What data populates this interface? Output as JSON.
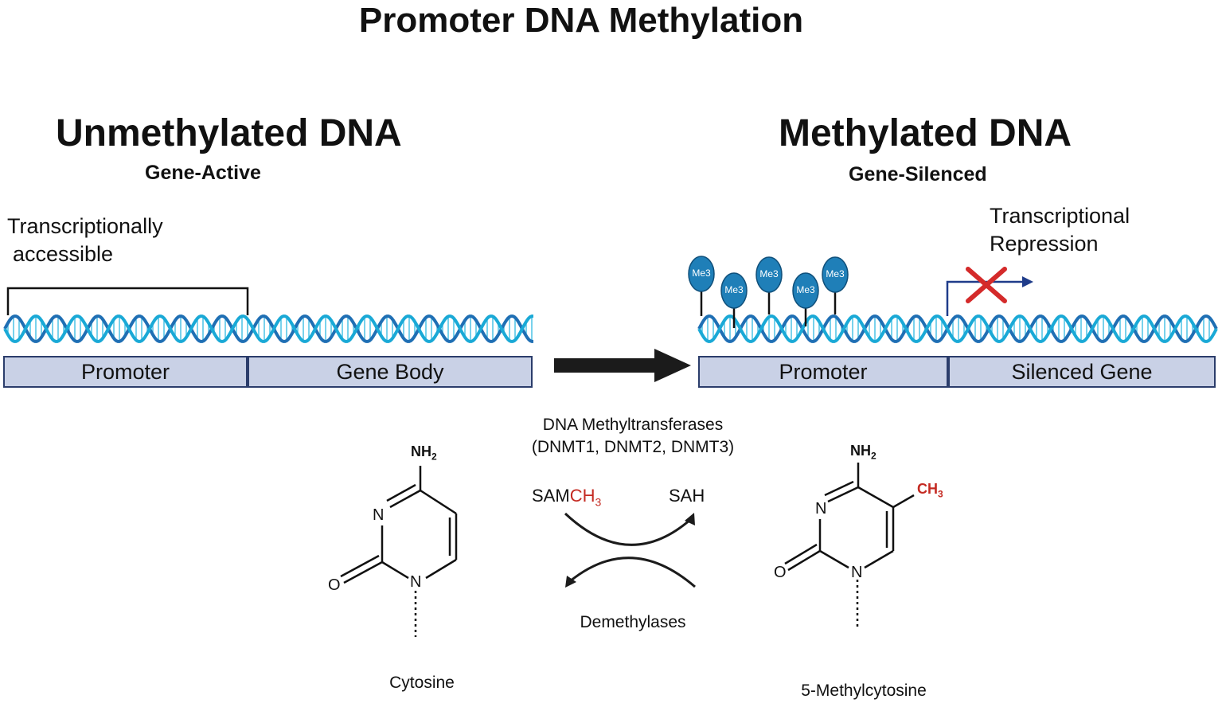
{
  "title": "Promoter DNA Methylation",
  "left": {
    "heading": "Unmethylated DNA",
    "subheading": "Gene-Active",
    "note_line1": "Transcriptionally",
    "note_line2": "accessible",
    "region1": "Promoter",
    "region2": "Gene Body"
  },
  "right": {
    "heading": "Methylated DNA",
    "subheading": "Gene-Silenced",
    "note_line1": "Transcriptional",
    "note_line2": "Repression",
    "region1": "Promoter",
    "region2": "Silenced Gene",
    "methyl_marks": [
      "Me3",
      "Me3",
      "Me3",
      "Me3",
      "Me3"
    ]
  },
  "reaction": {
    "enzyme_line1": "DNA Methyltransferases",
    "enzyme_line2": "(DNMT1, DNMT2, DNMT3)",
    "donor": "SAM",
    "methyl_group": "CH",
    "methyl_subscript": "3",
    "product": "SAH",
    "reverse": "Demethylases"
  },
  "molecules": {
    "left_name": "Cytosine",
    "right_name": "5-Methylcytosine",
    "amine": "NH",
    "amine_subscript": "2",
    "ring_n": "N",
    "carbonyl_o": "O",
    "methyl": "CH",
    "methyl_subscript": "3"
  },
  "colors": {
    "dna_strand_a": "#1aa9d6",
    "dna_strand_b": "#1f6fb4",
    "dna_rungs": "#4cc2e6",
    "region_fill": "#c9d1e6",
    "region_border": "#2b3d6b",
    "methyl_mark": "#1f7fb8",
    "repression_x": "#d42a2a",
    "tss_arrow": "#1f3c8a",
    "methyl_text": "#c42a22"
  }
}
